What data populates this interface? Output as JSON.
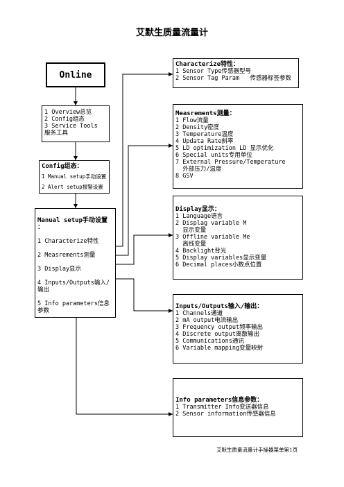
{
  "title": "艾默生质量流量计",
  "online": {
    "label": "Online"
  },
  "main_menu": {
    "items": [
      "1 Overview总览",
      "2 Config组态",
      "3 Service Tools",
      "服务工具"
    ]
  },
  "config": {
    "header": "Config组态：",
    "items": [
      "1 Manual setup手动设置",
      "2 Alert setup报警设置"
    ]
  },
  "manual": {
    "header": "Manual setup手动设置",
    "header2": "：",
    "items": [
      "1 Characterize特性",
      "2 Measrements测量",
      "3 Display显示",
      "4 Inputs/Outputs输入/",
      "输出",
      "5 Info parameters信息",
      "参数"
    ]
  },
  "characterize": {
    "header": "Characterize特性：",
    "items": [
      "1 Sensor Type传感器型号",
      "2 Sensor Tag Param   传感器标签参数"
    ]
  },
  "measurements": {
    "header": "Measrements测量：",
    "items": [
      "1 Flow流量",
      "2 Density密度",
      "3 Temperature温度",
      "4 Updata Rate斜率",
      "5 LD optimization LD 显示优化",
      "6 Special units专用单位",
      "7 External Pressure/Temperature",
      "  外部压力/温度",
      "8 GSV"
    ]
  },
  "display": {
    "header": "Display显示：",
    "items": [
      "1 Language语言",
      "2 Displag variable M",
      "  显示变量",
      "3 Offline variable Me",
      "  离线变量",
      "4 Backlight背光",
      "5 Display variables显示变量",
      "6 Decimal places小数点位置"
    ]
  },
  "io": {
    "header": "Inputs/Outputs输入/输出：",
    "items": [
      "1 Channels通道",
      "2 mA output电流输出",
      "3 Frequency output频率输出",
      "4 Discrete output离散输出",
      "5 Communications通讯",
      "6 Variable mapping变量映射"
    ]
  },
  "info": {
    "header": "Info parameters信息参数：",
    "items": [
      "1 Transmitter Info变送器信息",
      "2 Sensor information传感器信息"
    ]
  },
  "footer": "艾默生质量流量计手操器菜单第1页"
}
